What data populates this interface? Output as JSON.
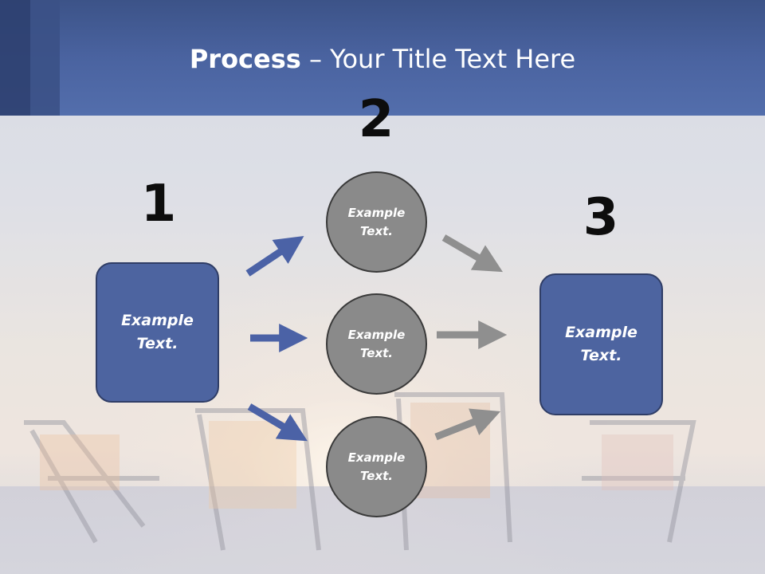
{
  "title": {
    "bold": "Process",
    "rest": " – Your Title Text Here"
  },
  "steps": [
    {
      "number": "1",
      "text_line1": "Example",
      "text_line2": "Text."
    },
    {
      "number": "2",
      "text_line1": "Example",
      "text_line2": "Text."
    },
    {
      "number": "3",
      "text_line1": "Example",
      "text_line2": "Text."
    }
  ],
  "circles": [
    {
      "text_line1": "Example",
      "text_line2": "Text."
    },
    {
      "text_line1": "Example",
      "text_line2": "Text."
    },
    {
      "text_line1": "Example",
      "text_line2": "Text."
    }
  ],
  "colors": {
    "header": "#4a63a0",
    "box_fill": "#4d64a0",
    "blue_arrow": "#4b62a6",
    "gray_arrow": "#8f8f8f",
    "circle_fill": "#8a8a8a"
  }
}
